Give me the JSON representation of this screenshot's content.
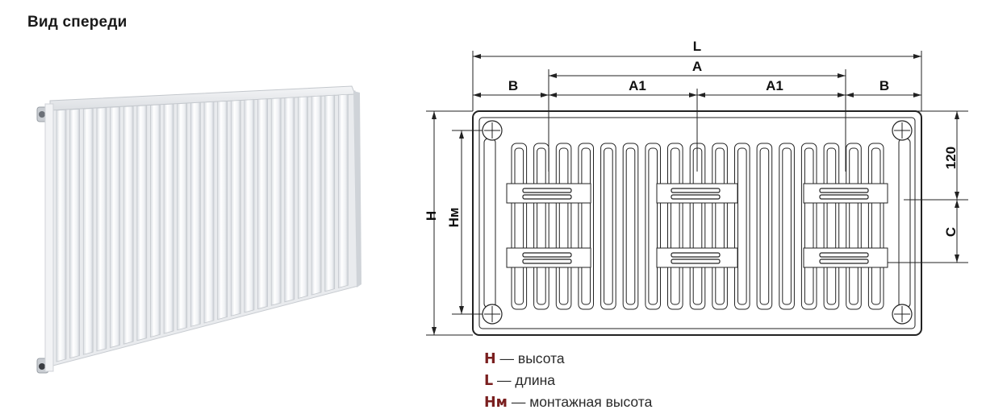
{
  "title": "Вид спереди",
  "colors": {
    "legend_key": "#7a1f1f",
    "drawing_line": "#222222"
  },
  "drawing": {
    "dim_L": "L",
    "dim_A": "A",
    "dim_B_left": "B",
    "dim_B_right": "B",
    "dim_A1_left": "A1",
    "dim_A1_right": "A1",
    "dim_H": "H",
    "dim_Hm": "Hм",
    "dim_120": "120",
    "dim_C": "C"
  },
  "legend": [
    {
      "key": "H",
      "text": "— высота"
    },
    {
      "key": "L",
      "text": "— длина"
    },
    {
      "key": "Hм",
      "text": "— монтажная высота"
    }
  ]
}
